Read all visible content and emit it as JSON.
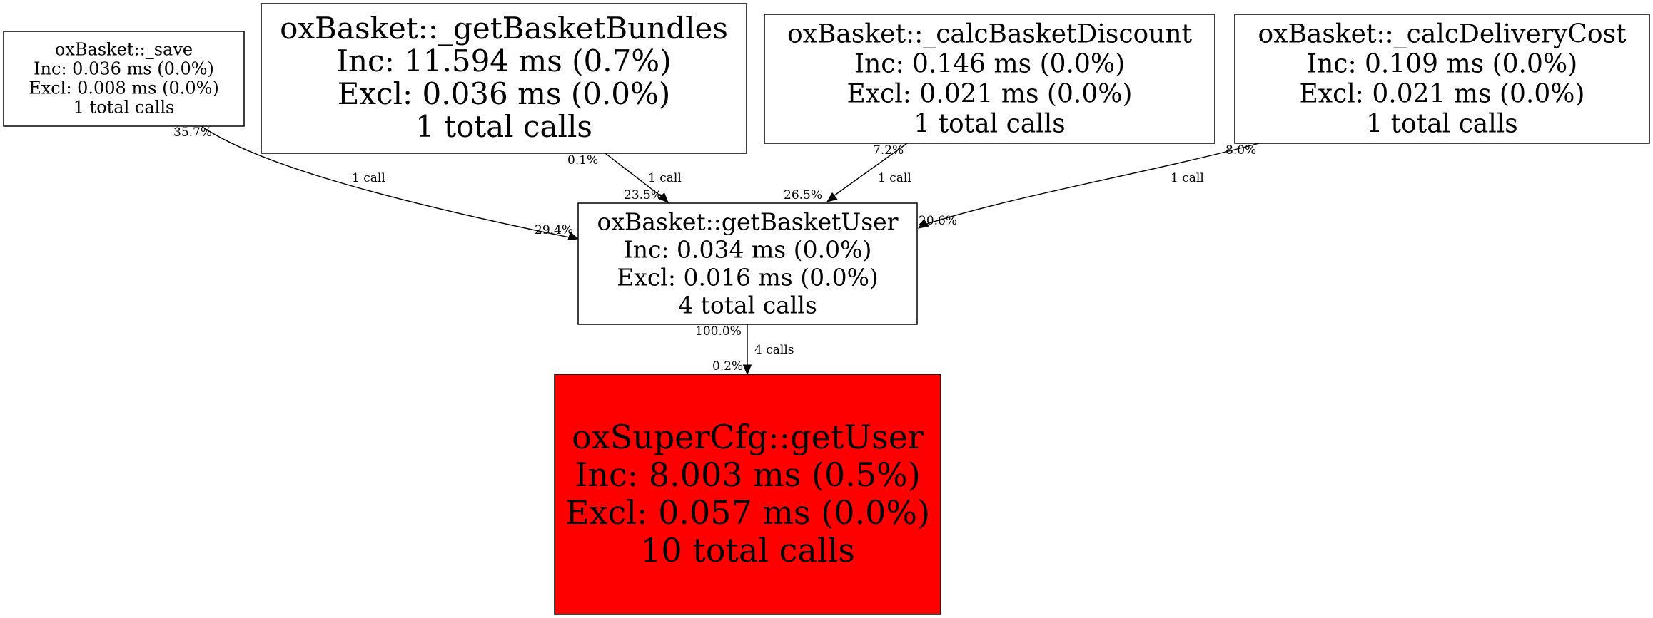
{
  "nodes": [
    {
      "id": "save",
      "lines": [
        "oxBasket::_save",
        "Inc: 0.036 ms (0.0%)",
        "Excl: 0.008 ms (0.0%)",
        "1 total calls"
      ],
      "hot": false
    },
    {
      "id": "bundles",
      "lines": [
        "oxBasket::_getBasketBundles",
        "Inc: 11.594 ms (0.7%)",
        "Excl: 0.036 ms (0.0%)",
        "1 total calls"
      ],
      "hot": false
    },
    {
      "id": "discount",
      "lines": [
        "oxBasket::_calcBasketDiscount",
        "Inc: 0.146 ms (0.0%)",
        "Excl: 0.021 ms (0.0%)",
        "1 total calls"
      ],
      "hot": false
    },
    {
      "id": "delivery",
      "lines": [
        "oxBasket::_calcDeliveryCost",
        "Inc: 0.109 ms (0.0%)",
        "Excl: 0.021 ms (0.0%)",
        "1 total calls"
      ],
      "hot": false
    },
    {
      "id": "getbasketuser",
      "lines": [
        "oxBasket::getBasketUser",
        "Inc: 0.034 ms (0.0%)",
        "Excl: 0.016 ms (0.0%)",
        "4 total calls"
      ],
      "hot": false
    },
    {
      "id": "getuser",
      "lines": [
        "oxSuperCfg::getUser",
        "Inc: 8.003 ms (0.5%)",
        "Excl: 0.057 ms (0.0%)",
        "10 total calls"
      ],
      "hot": true
    }
  ],
  "edges": [
    {
      "from": "save",
      "to": "getbasketuser",
      "label": "1 call",
      "tail_pct": "35.7%",
      "head_pct": "29.4%"
    },
    {
      "from": "bundles",
      "to": "getbasketuser",
      "label": "1 call",
      "tail_pct": "0.1%",
      "head_pct": "23.5%"
    },
    {
      "from": "discount",
      "to": "getbasketuser",
      "label": "1 call",
      "tail_pct": "7.2%",
      "head_pct": "26.5%"
    },
    {
      "from": "delivery",
      "to": "getbasketuser",
      "label": "1 call",
      "tail_pct": "8.0%",
      "head_pct": "20.6%"
    },
    {
      "from": "getbasketuser",
      "to": "getuser",
      "label": "4 calls",
      "tail_pct": "100.0%",
      "head_pct": "0.2%"
    }
  ],
  "colors": {
    "hot_node": "#ff0000",
    "node": "#ffffff",
    "stroke": "#000000"
  }
}
